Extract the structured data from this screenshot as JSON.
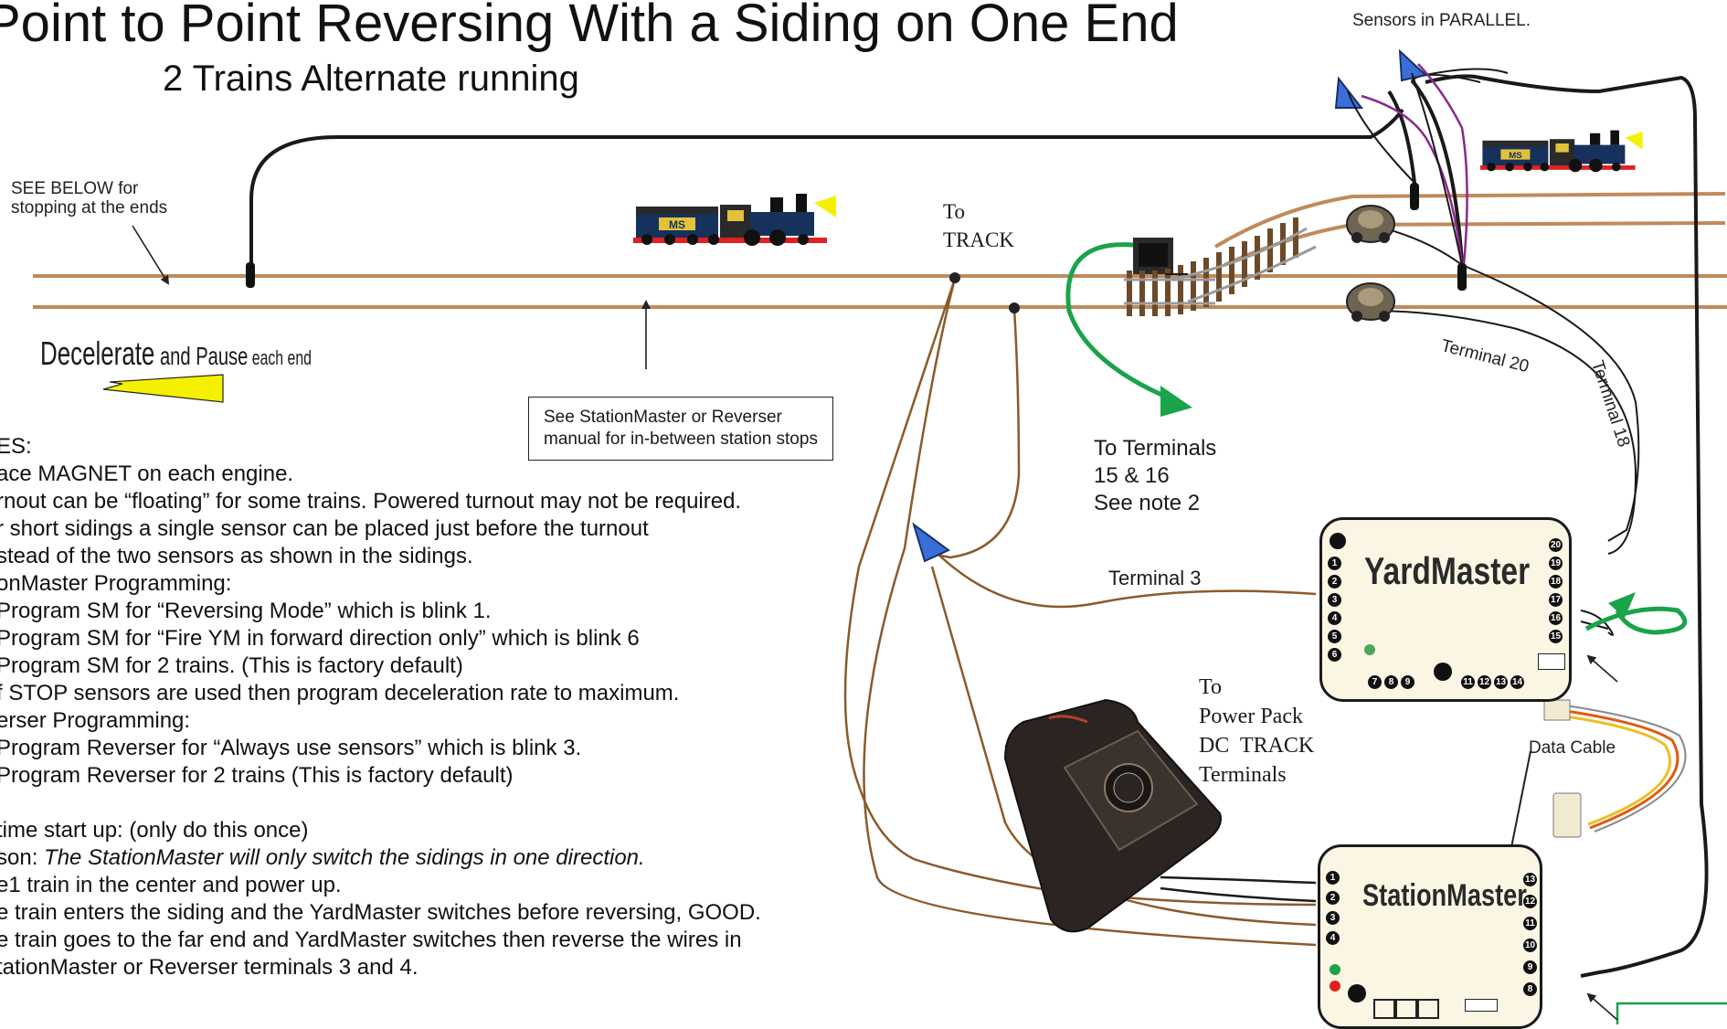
{
  "title": "Point to Point Reversing With a Siding on One End",
  "subtitle": "2 Trains Alternate running",
  "labels": {
    "sensors_parallel": "Sensors in PARALLEL.",
    "see_below": "SEE BELOW for\nstopping at the ends",
    "decel_big": "Decelerate",
    "decel_and": " and ",
    "decel_pause": "Pause",
    "decel_rest": " each end",
    "to_track": "To\nTRACK",
    "see_manual": "See StationMaster or Reverser\nmanual for in-between station stops",
    "to_terminals": "To Terminals\n15 & 16\nSee note 2",
    "terminal_20": "Terminal 20",
    "terminal_18": "Terminal 18",
    "terminal_3": "Terminal 3",
    "to_power_pack": "To\nPower Pack\nDC  TRACK\nTerminals",
    "data_cable": "Data Cable"
  },
  "notes": [
    "ES:",
    "ace MAGNET on each engine.",
    "rnout can be “floating” for some trains. Powered turnout may not be required.",
    "r short sidings a single sensor can be placed just before the turnout",
    "stead of the two sensors as shown in the sidings.",
    "onMaster Programming:",
    "Program SM for “Reversing Mode” which is blink 1.",
    "Program SM for “Fire YM in forward direction only” which is blink 6",
    "Program SM for 2 trains. (This is factory default)",
    "f STOP sensors are used then program deceleration rate to maximum.",
    "erser Programming:",
    "Program Reverser for “Always use sensors” which is blink 3.",
    "Program Reverser for 2 trains (This is factory default)",
    "",
    "time start up:  (only do this once)",
    "son: ",
    "e1 train in the center and power up.",
    "e train enters the siding and the YardMaster switches before reversing, GOOD.",
    "e train goes to the far end and YardMaster switches then reverse the wires in",
    "tationMaster or Reverser terminals 3 and 4."
  ],
  "note_italic": "The StationMaster will only switch the sidings in one direction.",
  "yardmaster": {
    "name": "YardMaster",
    "left_pins": [
      "1",
      "2",
      "3",
      "4",
      "5",
      "6"
    ],
    "bottom_pins_a": [
      "7",
      "8",
      "9"
    ],
    "bottom_pins_b": [
      "11",
      "12",
      "13",
      "14"
    ],
    "right_pins": [
      "20",
      "19",
      "18",
      "17",
      "16",
      "15"
    ]
  },
  "stationmaster": {
    "name": "StationMaster",
    "left_pins": [
      "1",
      "2",
      "3",
      "4"
    ],
    "right_pins": [
      "13",
      "12",
      "11",
      "10",
      "9",
      "8"
    ]
  },
  "locomotive_tender_text": "MS",
  "colors": {
    "rail": "#c08a5c",
    "wire_brown": "#8b5a2b",
    "wire_black": "#1a1a1a",
    "wire_purple": "#8a2a8a",
    "arrow_green": "#1aa34a",
    "arrow_yellow": "#f5f000",
    "sensor_blue": "#3a6fd8",
    "module_bg": "#fbf6e4"
  }
}
